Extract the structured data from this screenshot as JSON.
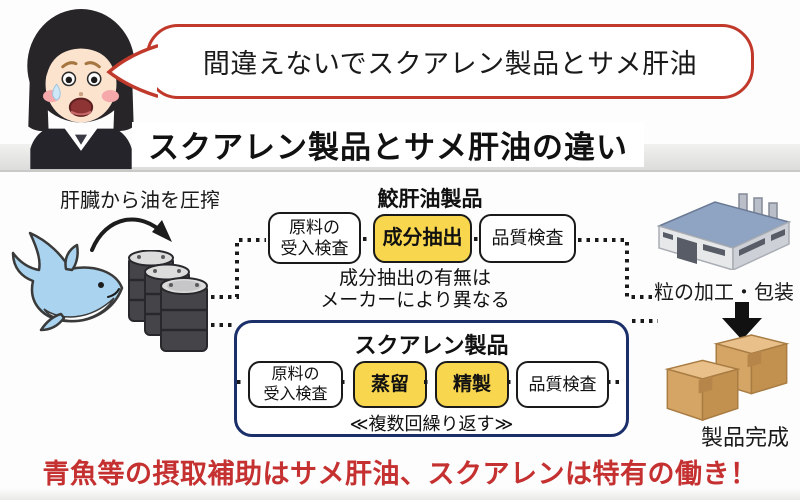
{
  "colors": {
    "bubble_border": "#c0392b",
    "highlight_yellow": "#f8d64e",
    "squalene_border": "#1b2f6b",
    "footer_red": "#c53030"
  },
  "speech_bubble": {
    "text": "間違えないでスクアレン製品とサメ肝油"
  },
  "title": {
    "text": "スクアレン製品とサメ肝油の違い"
  },
  "extraction": {
    "label": "肝臓から油を圧搾",
    "shark_icon": "shark",
    "arrow_icon": "curved-arrow",
    "barrels_icon": "oil-drums"
  },
  "shark_oil_flow": {
    "heading": "鮫肝油製品",
    "steps": [
      {
        "label": "原料の\n受入検査",
        "highlighted": false
      },
      {
        "label": "成分抽出",
        "highlighted": true
      },
      {
        "label": "品質検査",
        "highlighted": false
      }
    ],
    "note": "成分抽出の有無は\nメーカーにより異なる"
  },
  "squalene_flow": {
    "heading": "スクアレン製品",
    "steps": [
      {
        "label": "原料の\n受入検査",
        "highlighted": false
      },
      {
        "label": "蒸留",
        "highlighted": true
      },
      {
        "label": "精製",
        "highlighted": true
      },
      {
        "label": "品質検査",
        "highlighted": false
      }
    ],
    "note": "≪複数回繰り返す≫"
  },
  "packaging": {
    "factory_icon": "factory",
    "label": "粒の加工・包装",
    "arrow_icon": "down-arrow",
    "boxes_icon": "cardboard-boxes",
    "complete_label": "製品完成"
  },
  "footer": {
    "text": "青魚等の摂取補助はサメ肝油、スクアレンは特有の働き！"
  }
}
